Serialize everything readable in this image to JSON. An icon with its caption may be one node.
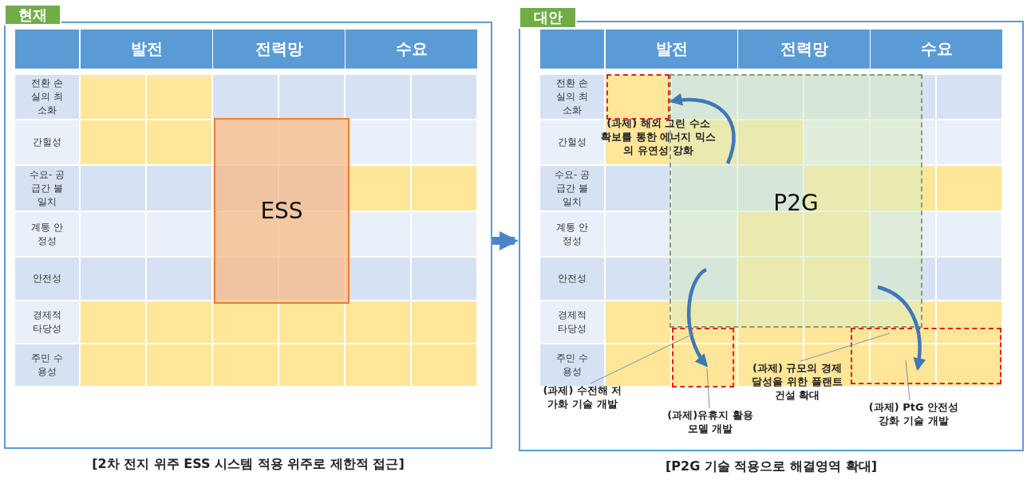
{
  "diagram": {
    "nodes": [
      {
        "text": [
          "현재"
        ],
        "beside": [
          "[2차 전지 위주 ESS 시스템 적용 위주로 제한적 접근]"
        ]
      },
      {
        "text": [
          "ESS"
        ],
        "in": 0
      },
      {
        "text": [
          "대안"
        ],
        "beside": [
          "[P2G 기술 적용으로 해결영역 확대]"
        ]
      },
      {
        "text": [
          "P2G"
        ],
        "in": 2
      },
      {
        "text": [],
        "shape": "box",
        "in": 2
      },
      {
        "text": [],
        "shape": "box",
        "in": 2
      },
      {
        "text": [],
        "shape": "box",
        "in": 2
      },
      {
        "text": [
          "(과제) 해외 그린 수소 확보를 통한 에너지 믹스의 유연성 강화"
        ],
        "in": 2
      },
      {
        "text": [
          "(과제) 수전해 저가화 기술 개발"
        ],
        "in": 2
      },
      {
        "text": [
          "(과제)유휴지 활용 모델 개발"
        ],
        "in": 2
      },
      {
        "text": [
          "(과제) 규모의 경제 달성을 위한 플랜트 건설 확대"
        ],
        "in": 2
      },
      {
        "text": [
          "(과제) PtG 안전성 강화 기술 개발"
        ],
        "in": 2
      }
    ],
    "edges": [
      {
        "from": 0,
        "to": 2,
        "arrow": "to",
        "style": "thick"
      },
      {
        "from": 3,
        "to": 4,
        "arrow": "to",
        "style": "thick"
      },
      {
        "from": 3,
        "to": 5,
        "arrow": "to",
        "style": "thick"
      },
      {
        "from": 3,
        "to": 6,
        "arrow": "to",
        "style": "thick"
      },
      {
        "from": 8,
        "to": 5,
        "arrow": "none"
      },
      {
        "from": 9,
        "to": 5,
        "arrow": "none"
      },
      {
        "from": 10,
        "to": 6,
        "arrow": "none"
      },
      {
        "from": 11,
        "to": 6,
        "arrow": "none"
      }
    ],
    "labels": [
      "발전",
      "전력망",
      "수요",
      "전환 손실의 최 소화",
      "간헐성",
      "수요- 공급간 불 일치",
      "계통 안정성",
      "안전성",
      "경제적 타당성",
      "주민 수용성",
      "발전",
      "전력망",
      "수요",
      "전환 손실의 최 소화",
      "간헐성",
      "수요- 공급간 불 일치",
      "계통 안정성",
      "안전성",
      "경제적 타당성",
      "주민 수용성"
    ]
  }
}
